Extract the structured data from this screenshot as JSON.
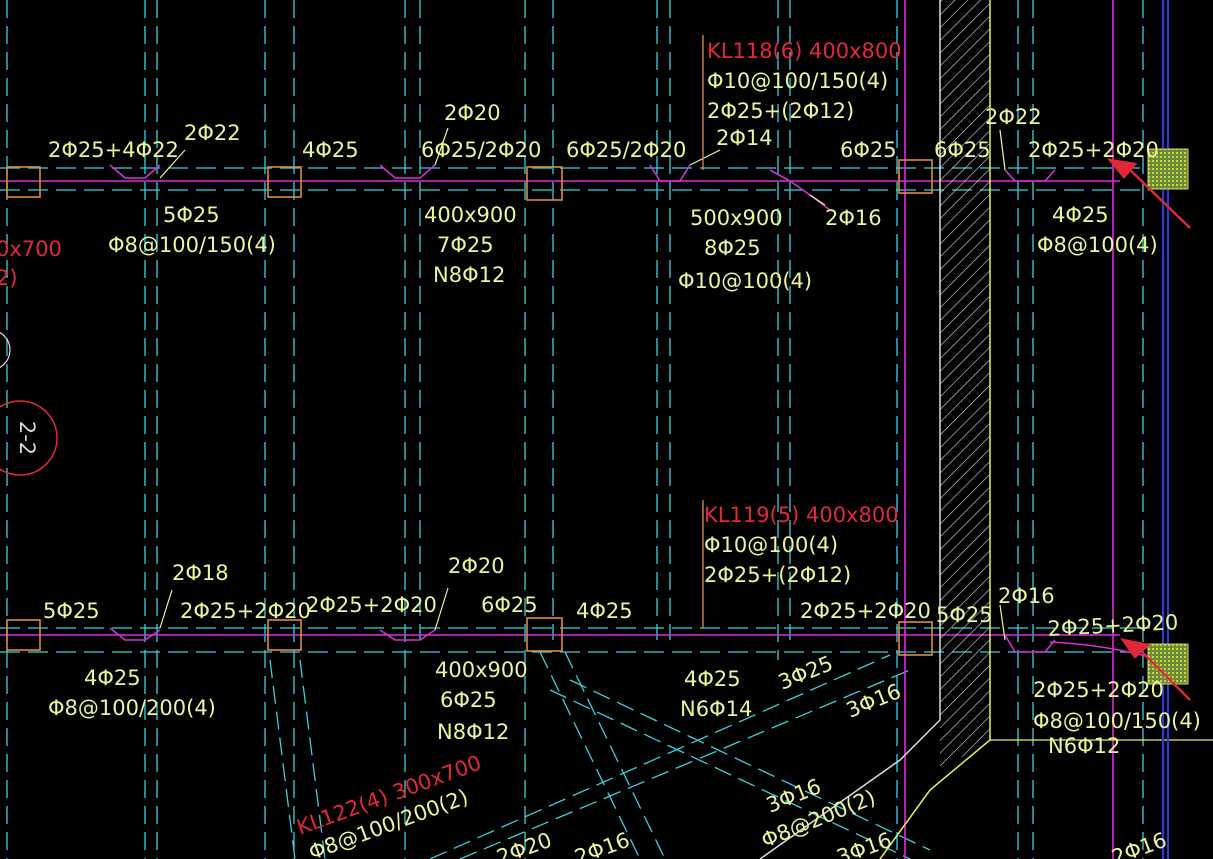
{
  "upper_beam": {
    "labels": [
      "2Φ25+4Φ22",
      "2Φ22",
      "4Φ25",
      "2Φ20",
      "6Φ25/2Φ20",
      "6Φ25/2Φ20",
      "2Φ14",
      "6Φ25",
      "2Φ16",
      "6Φ25",
      "2Φ22",
      "2Φ25+2Φ20"
    ],
    "kl118": {
      "mark": "KL118(6) 400x800",
      "stirrup": "Φ10@100/150(4)",
      "bars": "2Φ25+(2Φ12)"
    }
  },
  "upper_spans": [
    {
      "l1": "5Φ25",
      "l2": "Φ8@100/150(4)"
    },
    {
      "l1": "400x900",
      "l2": "7Φ25",
      "l3": "N8Φ12"
    },
    {
      "l1": "500x900",
      "l2": "8Φ25",
      "l3": "Φ10@100(4)"
    },
    {
      "l1": "4Φ25",
      "l2": "Φ8@100(4)"
    }
  ],
  "left_fragment": {
    "mark": "0x700",
    "sub": "2)",
    "section": "2-2"
  },
  "lower_beam": {
    "labels": [
      "5Φ25",
      "2Φ18",
      "2Φ25+2Φ20",
      "2Φ25+2Φ20",
      "2Φ20",
      "6Φ25",
      "4Φ25",
      "2Φ25+2Φ20",
      "5Φ25",
      "2Φ16",
      "2Φ25+2Φ20"
    ],
    "kl119": {
      "mark": "KL119(5) 400x800",
      "stirrup": "Φ10@100(4)",
      "bars": "2Φ25+(2Φ12)"
    }
  },
  "lower_spans": [
    {
      "l1": "4Φ25",
      "l2": "Φ8@100/200(4)"
    },
    {
      "l1": "400x900",
      "l2": "6Φ25",
      "l3": "N8Φ12"
    },
    {
      "l1": "4Φ25",
      "l2": "N6Φ14"
    },
    {
      "l1": "2Φ25+2Φ20",
      "l2": "Φ8@100/150(4)",
      "l3": "N6Φ12"
    }
  ],
  "diagonal": {
    "a": "3Φ25",
    "b": "3Φ16",
    "c": "3Φ16",
    "d": "Φ8@200(2)"
  },
  "kl122": {
    "mark": "KL122(4) 300x700",
    "stirrup": "Φ8@100/200(2)"
  },
  "bottom_cut": [
    "2Φ20",
    "2Φ16",
    "3Φ16",
    "2Φ16"
  ],
  "colors": {
    "beam": "#d62fd6",
    "axis": "#39d0dc",
    "text": "#e8f59a",
    "mark": "#e0283a",
    "column": "#e08a3c",
    "wall": "#dadada",
    "boundary": "#2a3ad8",
    "arrow": "#e0283a",
    "hatch": "#e8f05a"
  }
}
